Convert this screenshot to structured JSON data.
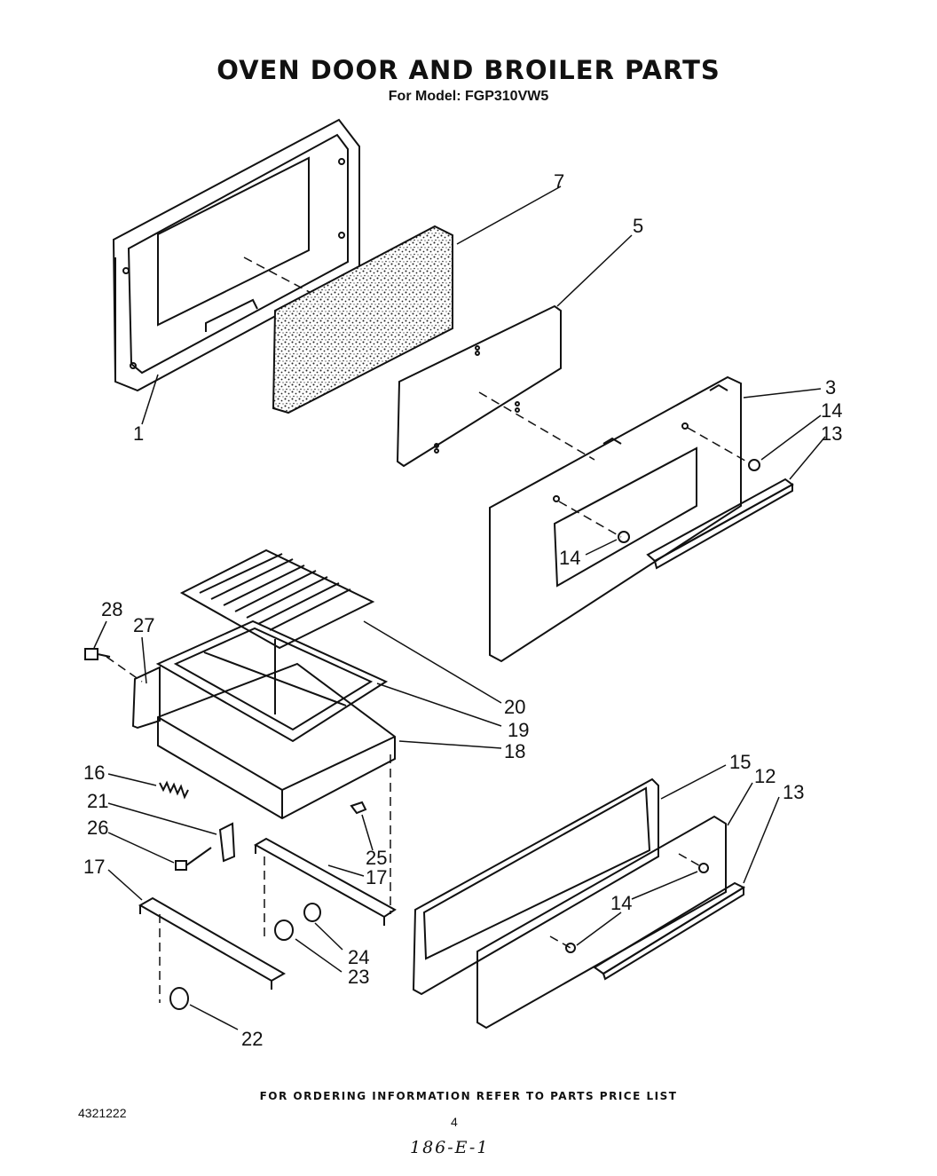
{
  "title": "OVEN DOOR AND BROILER PARTS",
  "subtitle": "For Model: FGP310VW5",
  "footer": "FOR ORDERING INFORMATION REFER TO PARTS PRICE LIST",
  "document_number": "4321222",
  "page_number": "4",
  "handwritten_note": "186-E-1",
  "callouts": [
    "1",
    "3",
    "5",
    "7",
    "12",
    "13",
    "13",
    "14",
    "14",
    "14",
    "15",
    "16",
    "17",
    "17",
    "18",
    "19",
    "20",
    "21",
    "22",
    "23",
    "24",
    "25",
    "26",
    "27",
    "28"
  ]
}
